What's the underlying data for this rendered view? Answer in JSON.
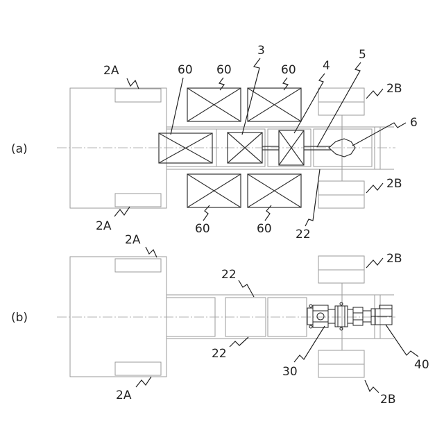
{
  "panels": {
    "a": {
      "tag": "(a)",
      "refs": {
        "r2a_top": "2A",
        "r2a_bottom": "2A",
        "r60_1": "60",
        "r60_2": "60",
        "r60_3": "60",
        "r60_4": "60",
        "r60_5": "60",
        "r3": "3",
        "r4": "4",
        "r5": "5",
        "r6": "6",
        "r2b_top": "2B",
        "r2b_bottom": "2B",
        "r22": "22"
      }
    },
    "b": {
      "tag": "(b)",
      "refs": {
        "r2a_top": "2A",
        "r2a_bottom": "2A",
        "r22_top": "22",
        "r22_bottom": "22",
        "r2b_top": "2B",
        "r2b_bottom": "2B",
        "r30": "30",
        "r40": "40"
      }
    }
  }
}
